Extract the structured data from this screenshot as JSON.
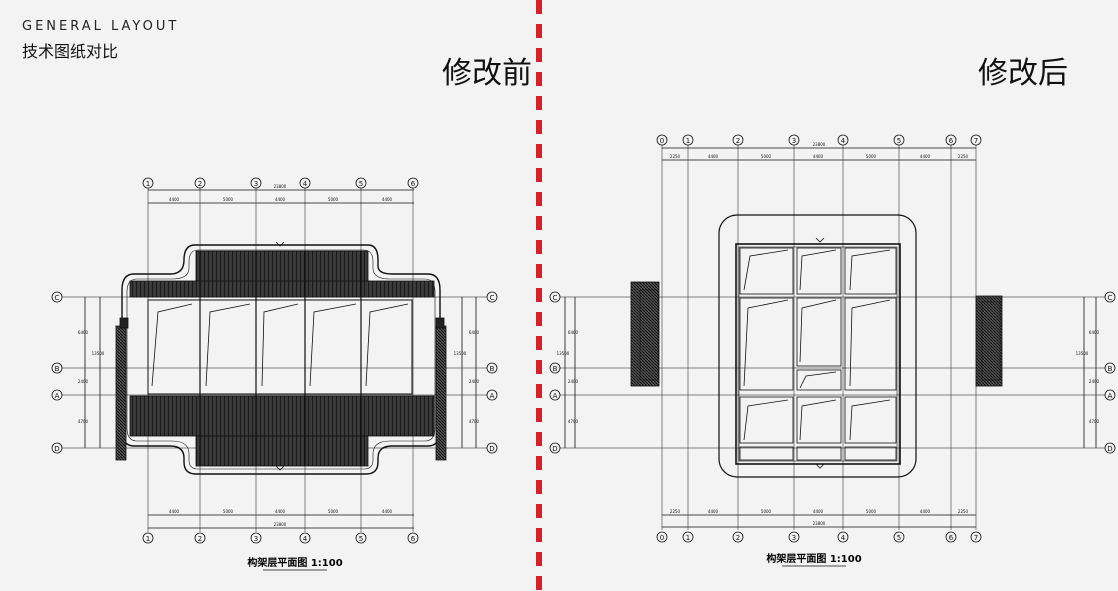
{
  "header": {
    "en_title": "GENERAL LAYOUT",
    "cn_title": "技术图纸对比"
  },
  "labels": {
    "before": "修改前",
    "after": "修改后"
  },
  "colors": {
    "divider": "#d61f2a",
    "line": "#111111",
    "background": "#f3f3f3"
  },
  "plan_before": {
    "caption": "构架层平面图 1:100",
    "col_axes": [
      "1",
      "2",
      "3",
      "4",
      "5",
      "6"
    ],
    "row_axes": [
      "C",
      "B",
      "A",
      "D"
    ],
    "top_total": "23800",
    "bottom_total": "23800",
    "spans": [
      "4400",
      "5000",
      "4400",
      "5000",
      "4400"
    ],
    "vertical_dims": [
      "6400",
      "2400",
      "4700"
    ],
    "side_total": "13500"
  },
  "plan_after": {
    "caption": "构架层平面图 1:100",
    "col_axes": [
      "0",
      "1",
      "2",
      "3",
      "4",
      "5",
      "6",
      "7"
    ],
    "row_axes": [
      "C",
      "B",
      "A",
      "D"
    ],
    "top_total": "23800",
    "bottom_total": "23800",
    "spans": [
      "2250",
      "4400",
      "5000",
      "4400",
      "5000",
      "4400",
      "2250"
    ],
    "vertical_dims": [
      "6400",
      "2400",
      "4700"
    ],
    "side_total": "13500"
  }
}
